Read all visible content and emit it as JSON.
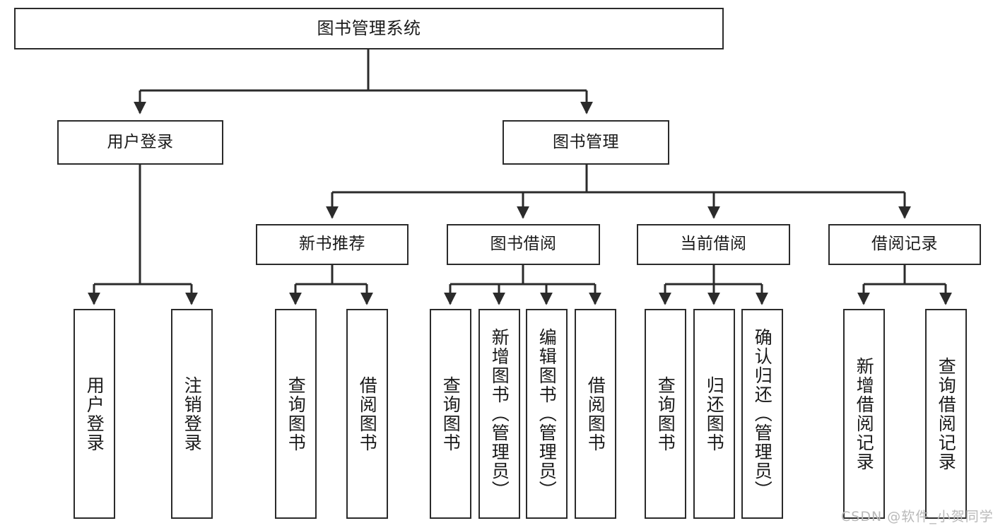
{
  "diagram": {
    "title": "图书管理系统",
    "type": "tree-hierarchy-chart",
    "colors": {
      "box_border": "#2b2b2b",
      "box_fill": "#ffffff",
      "connector": "#2b2b2b",
      "text": "#1a1a1a",
      "watermark": "#b9b9b9"
    }
  },
  "root": {
    "label": "图书管理系统"
  },
  "level2": [
    {
      "id": "user-login",
      "label": "用户登录"
    },
    {
      "id": "book-management",
      "label": "图书管理"
    }
  ],
  "level3": [
    {
      "id": "new-book-recommend",
      "label": "新书推荐"
    },
    {
      "id": "book-borrow",
      "label": "图书借阅"
    },
    {
      "id": "current-borrow",
      "label": "当前借阅"
    },
    {
      "id": "borrow-record",
      "label": "借阅记录"
    }
  ],
  "leaves": {
    "user_login": [
      {
        "id": "leaf-user-login",
        "label": "用户登录"
      },
      {
        "id": "leaf-logout",
        "label": "注销登录"
      }
    ],
    "new_book_recommend": [
      {
        "id": "leaf-query-book-1",
        "label": "查询图书"
      },
      {
        "id": "leaf-borrow-book-1",
        "label": "借阅图书"
      }
    ],
    "book_borrow": [
      {
        "id": "leaf-query-book-2",
        "label": "查询图书"
      },
      {
        "id": "leaf-add-book",
        "label": "新增图书（管理员）"
      },
      {
        "id": "leaf-edit-book",
        "label": "编辑图书（管理员）"
      },
      {
        "id": "leaf-borrow-book-2",
        "label": "借阅图书"
      }
    ],
    "current_borrow": [
      {
        "id": "leaf-query-book-3",
        "label": "查询图书"
      },
      {
        "id": "leaf-return-book",
        "label": "归还图书"
      },
      {
        "id": "leaf-confirm-return",
        "label": "确认归还（管理员）"
      }
    ],
    "borrow_record": [
      {
        "id": "leaf-add-record",
        "label": "新增借阅记录"
      },
      {
        "id": "leaf-query-record",
        "label": "查询借阅记录"
      }
    ]
  },
  "watermark": {
    "text": "CSDN @软件_小贺同学"
  }
}
